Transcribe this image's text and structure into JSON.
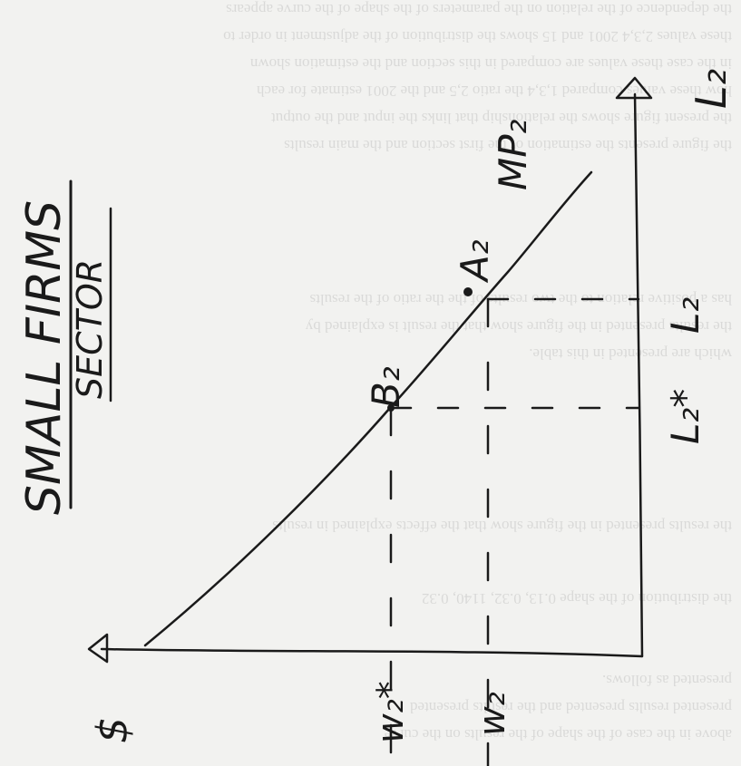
{
  "diagram": {
    "sector_title": "SMALL FIRMS",
    "sector_subtitle": "SECTOR",
    "origin_label": "$",
    "y_axis_label": "L₂",
    "curve_label": "MP₂",
    "point_b_label": "B₂",
    "point_a_label": "A₂",
    "labor_tick_star_label": "L₂*",
    "labor_tick_label": "L₂",
    "wage_tick_star_label": "w₂*",
    "wage_tick_label": "w₂",
    "colors": {
      "ink": "#1a1a1a",
      "paper": "#f2f2f0"
    }
  },
  "bleed_through_text": [
    "the dependence of the relation on the parameters of the shape of the curve appears",
    "these values 2,3,4 2001 and 15 shows the distribution of the adjustment in order to",
    "in the case these values are compared in this section and the estimation shown",
    "how these values compared 1,3,4 the ratio 2,5 and the 2001 estimate for each",
    "the present figure shows the relationship that links the input and the output",
    "the figure presents the estimation of the first section and the main results",
    "has a positive relation to the two results of the the ratio of the results",
    "the results presented in the figure show that the result is explained by",
    "which are presented in this table.",
    "the results presented in the figure show that the effects explained in results",
    "the distribution of the shape 0.13, 0.32, 1140, 0.32",
    "presented as follows.",
    "presented results presented and the results presented",
    "above in the case of the shape of the results on the curve"
  ]
}
